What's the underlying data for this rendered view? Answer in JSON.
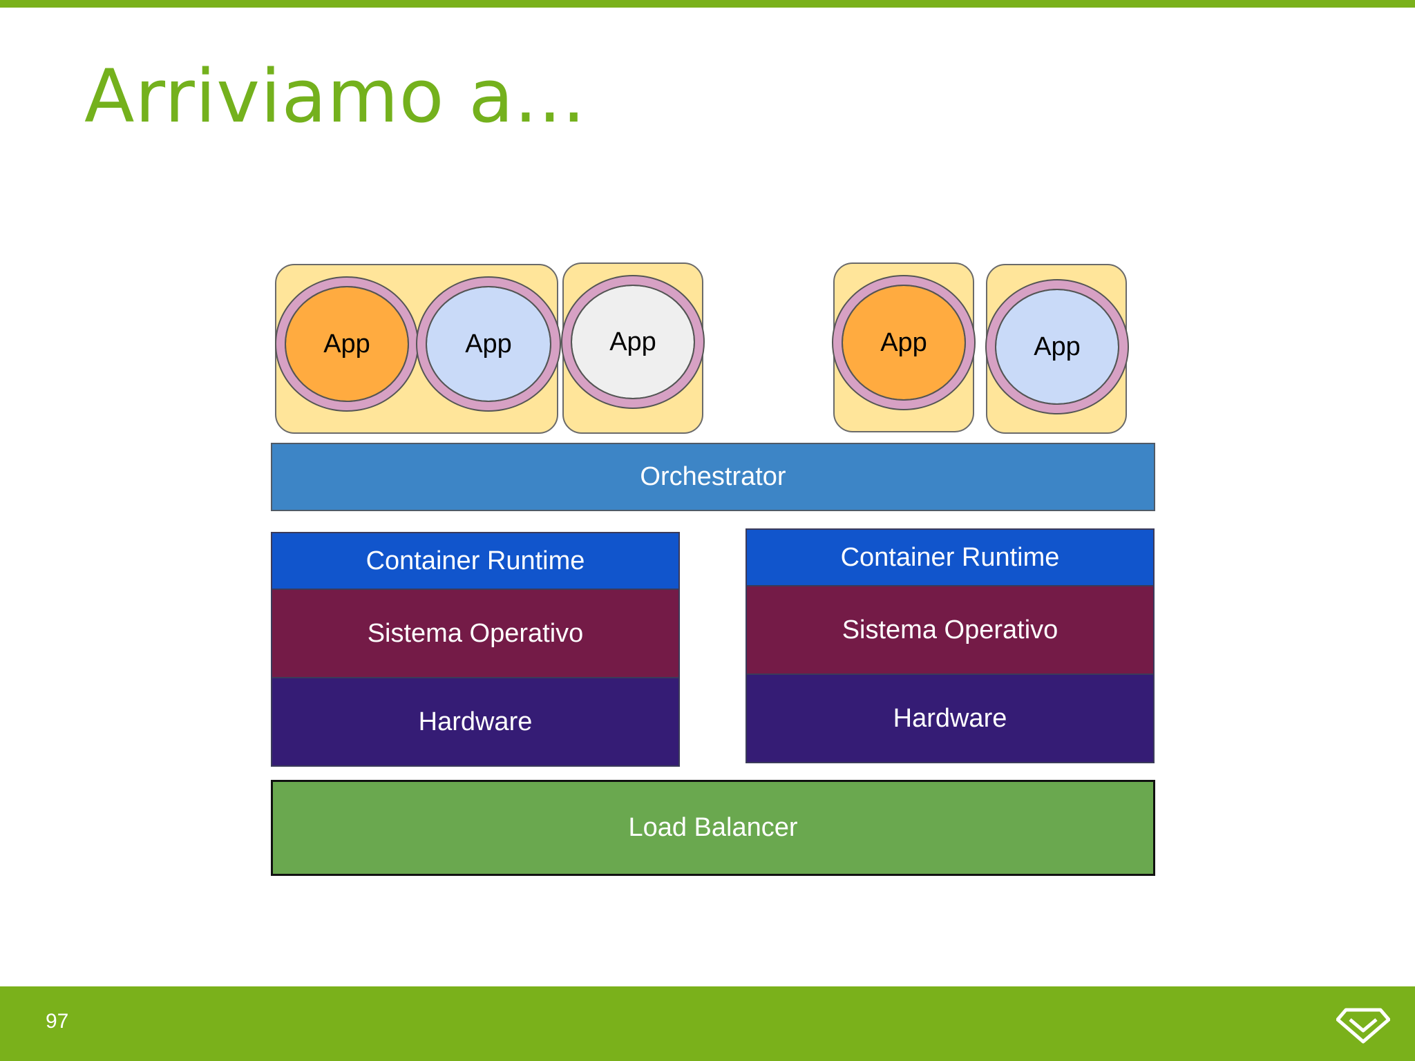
{
  "slide": {
    "title": "Arriviamo a...",
    "page_number": "97",
    "logo_icon": "diamond-logo-icon",
    "accent_color": "#7ab11b"
  },
  "diagram": {
    "apps": [
      {
        "label": "App",
        "color": "#ffab40"
      },
      {
        "label": "App",
        "color": "#c9daf8"
      },
      {
        "label": "App",
        "color": "#efefef"
      },
      {
        "label": "App",
        "color": "#ffab40"
      },
      {
        "label": "App",
        "color": "#c9daf8"
      }
    ],
    "orchestrator": "Orchestrator",
    "nodes": [
      {
        "container_runtime": "Container Runtime",
        "os": "Sistema Operativo",
        "hardware": "Hardware"
      },
      {
        "container_runtime": "Container Runtime",
        "os": "Sistema Operativo",
        "hardware": "Hardware"
      }
    ],
    "load_balancer": "Load Balancer"
  }
}
